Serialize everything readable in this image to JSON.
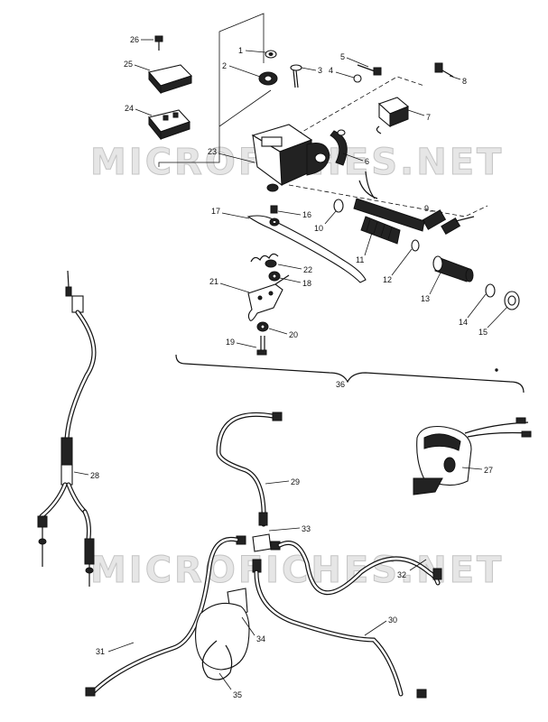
{
  "watermark": "MICROFICHES.NET",
  "callouts": [
    "1",
    "2",
    "3",
    "4",
    "5",
    "6",
    "7",
    "8",
    "9",
    "10",
    "11",
    "12",
    "13",
    "14",
    "15",
    "16",
    "17",
    "18",
    "19",
    "20",
    "21",
    "22",
    "23",
    "24",
    "25",
    "26",
    "27",
    "28",
    "29",
    "30",
    "31",
    "32",
    "33",
    "34",
    "35",
    "36"
  ]
}
